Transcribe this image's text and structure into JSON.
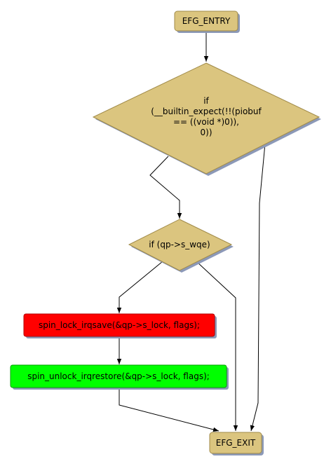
{
  "diagram": {
    "nodes": {
      "entry": {
        "label": "EFG_ENTRY",
        "fill": "#dbc57f"
      },
      "cond1": {
        "lines": [
          "if",
          "(__builtin_expect(!!(piobuf",
          "== ((void *)0)),",
          "0))"
        ],
        "fill": "#dbc57f"
      },
      "cond2": {
        "label": "if (qp->s_wqe)",
        "fill": "#dbc57f"
      },
      "lock": {
        "label": "spin_lock_irqsave(&qp->s_lock, flags);",
        "fill": "#ff0000"
      },
      "unlock": {
        "label": "spin_unlock_irqrestore(&qp->s_lock, flags);",
        "fill": "#00ff00"
      },
      "exit": {
        "label": "EFG_EXIT",
        "fill": "#dbc57f"
      }
    },
    "colors": {
      "shadow": "#8c99b8",
      "edge": "#000000"
    }
  }
}
